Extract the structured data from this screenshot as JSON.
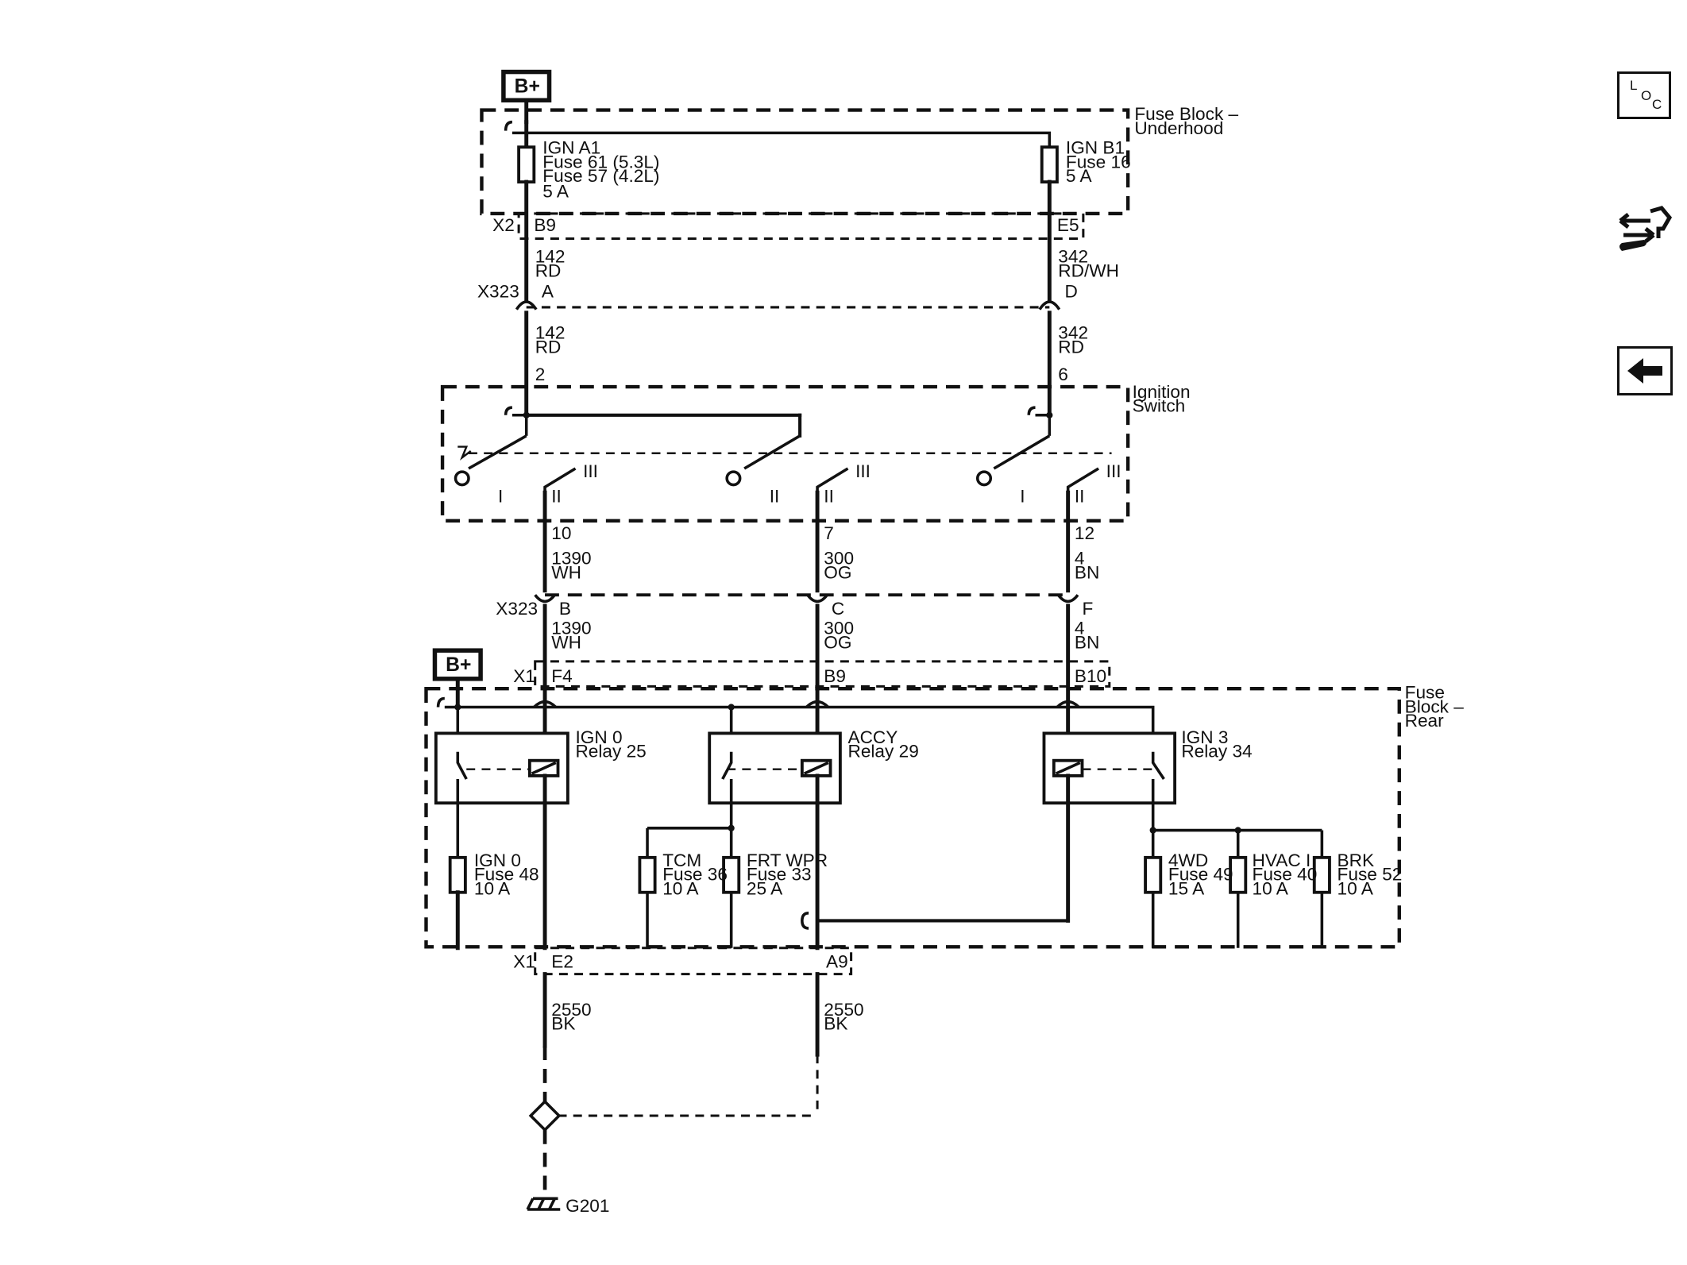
{
  "battery": {
    "label_top": "B+",
    "label_rear": "B+"
  },
  "fuse_block_underhood": {
    "title": "Fuse Block –",
    "title2": "Underhood",
    "fuse_ign_a1": {
      "name": "IGN A1",
      "line1": "Fuse 61 (5.3L)",
      "line2": "Fuse 57 (4.2L)",
      "rating": "5 A"
    },
    "fuse_ign_b1": {
      "name": "IGN B1",
      "line1": "Fuse 16",
      "rating": "5 A"
    },
    "connector": "X2",
    "pin_left": "B9",
    "pin_right": "E5"
  },
  "wires_upper": {
    "left_top": {
      "circuit": "142",
      "color": "RD"
    },
    "right_top": {
      "circuit": "342",
      "color": "RD/WH"
    },
    "left_bottom": {
      "circuit": "142",
      "color": "RD"
    },
    "right_bottom": {
      "circuit": "342",
      "color": "RD"
    }
  },
  "connector_x323_top": {
    "id": "X323",
    "pin_left": "A",
    "pin_right": "D"
  },
  "ignition_switch": {
    "title": "Ignition",
    "title2": "Switch",
    "pin_in_left": "2",
    "pin_in_right": "6",
    "pos_i": "I",
    "pos_ii": "II",
    "pos_iii": "III",
    "out_left_pin": "10",
    "out_mid_pin": "7",
    "out_right_pin": "12"
  },
  "wires_middle": {
    "left": {
      "circuit": "1390",
      "color": "WH"
    },
    "mid": {
      "circuit": "300",
      "color": "OG"
    },
    "right": {
      "circuit": "4",
      "color": "BN"
    }
  },
  "connector_x323_bottom": {
    "id": "X323",
    "pin_left": "B",
    "pin_mid": "C",
    "pin_right": "F"
  },
  "fuse_block_rear": {
    "title": "Fuse",
    "title2": "Block –",
    "title3": "Rear",
    "connector_top": "X1",
    "pin_f4": "F4",
    "pin_b9": "B9",
    "pin_b10": "B10",
    "relay_ign0": {
      "name": "IGN 0",
      "relay": "Relay 25"
    },
    "relay_accy": {
      "name": "ACCY",
      "relay": "Relay 29"
    },
    "relay_ign3": {
      "name": "IGN 3",
      "relay": "Relay 34"
    },
    "fuses": [
      {
        "name": "IGN 0",
        "fuse": "Fuse 48",
        "rating": "10 A"
      },
      {
        "name": "TCM",
        "fuse": "Fuse 36",
        "rating": "10 A"
      },
      {
        "name": "FRT WPR",
        "fuse": "Fuse 33",
        "rating": "25 A"
      },
      {
        "name": "4WD",
        "fuse": "Fuse 49",
        "rating": "15 A"
      },
      {
        "name": "HVAC I",
        "fuse": "Fuse 40",
        "rating": "10 A"
      },
      {
        "name": "BRK",
        "fuse": "Fuse 52",
        "rating": "10 A"
      }
    ],
    "connector_bottom": "X1",
    "pin_e2": "E2",
    "pin_a9": "A9"
  },
  "wires_ground": {
    "left": {
      "circuit": "2550",
      "color": "BK"
    },
    "right": {
      "circuit": "2550",
      "color": "BK"
    }
  },
  "ground": {
    "id": "G201"
  },
  "side_icons": {
    "loc_l": "L",
    "loc_o": "O",
    "loc_c": "C"
  }
}
